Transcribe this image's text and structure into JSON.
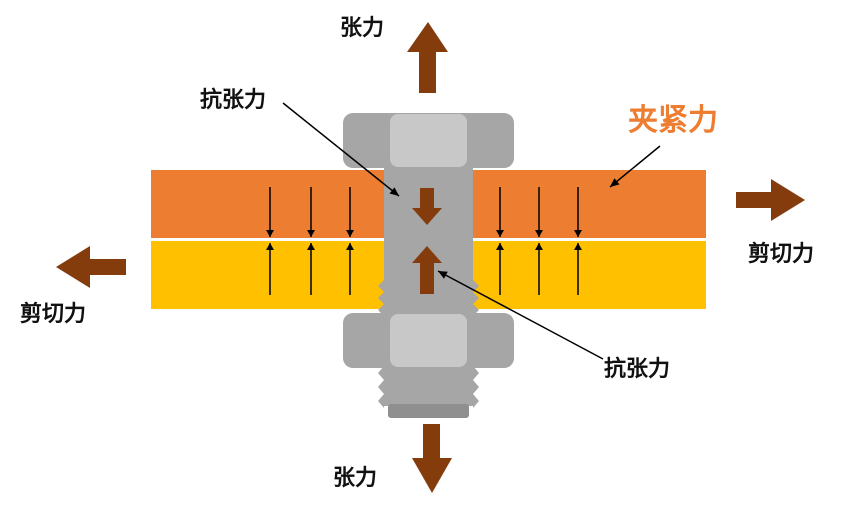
{
  "labels": {
    "tension_top": "张力",
    "tension_bottom": "张力",
    "anti_tension_top": "抗张力",
    "anti_tension_bottom": "抗张力",
    "clamping_force": "夹紧力",
    "shear_left": "剪切力",
    "shear_right": "剪切力"
  },
  "colors": {
    "arrow_brown": "#843C0C",
    "plate_orange": "#ED7D31",
    "plate_yellow": "#FFC000",
    "bolt_gray": "#A6A6A6",
    "bolt_light": "#C8C8C8",
    "highlight_text": "#ED7D31",
    "label_text": "#111111"
  }
}
